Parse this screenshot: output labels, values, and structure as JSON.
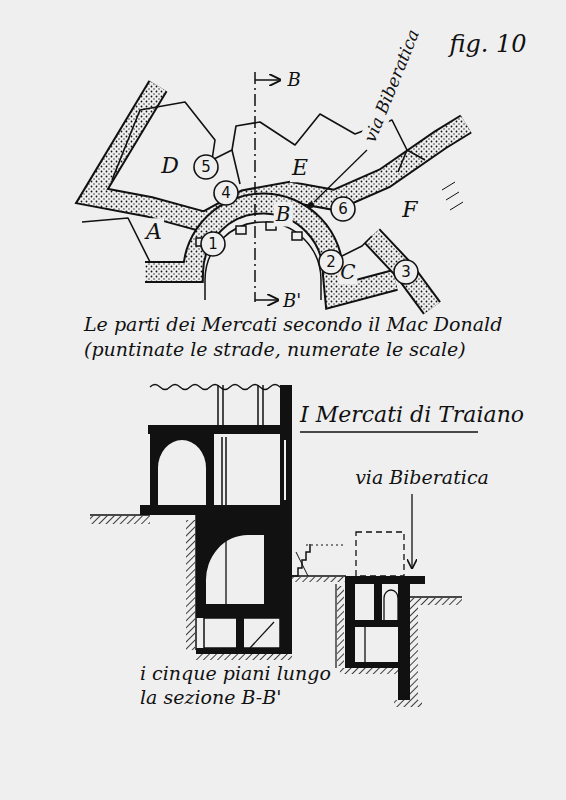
{
  "diagram": {
    "title": "I Mercati di Traiano",
    "caption": "Le parti dei Mercati secondo il Mac Donald (puntinate le strade, numerate le scale)",
    "nodes": [
      {
        "text": [
          "1"
        ]
      },
      {
        "text": [
          "2"
        ]
      },
      {
        "text": [
          "3"
        ]
      },
      {
        "text": [
          "4"
        ]
      },
      {
        "text": [
          "5"
        ]
      },
      {
        "text": [
          "6"
        ]
      }
    ],
    "labels": [
      "fig. 10",
      "via Biberatica",
      "B",
      "D",
      "E",
      "A",
      "B",
      "F",
      "C",
      "B'",
      "via Biberatica",
      "i cinque piani lungo la sezione B-B'"
    ]
  }
}
